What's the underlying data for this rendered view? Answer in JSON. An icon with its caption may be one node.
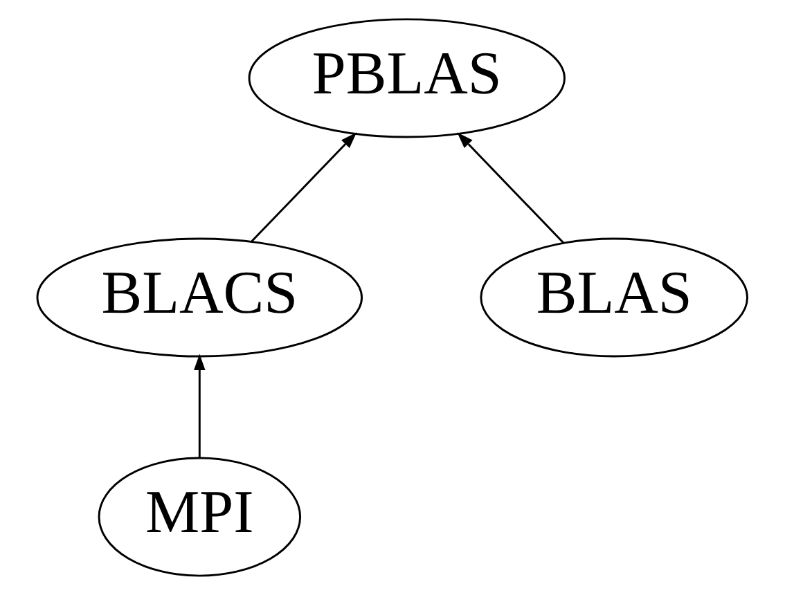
{
  "diagram": {
    "nodes": [
      {
        "text": [
          "PBLAS"
        ]
      },
      {
        "text": [
          "BLACS"
        ]
      },
      {
        "text": [
          "BLAS"
        ]
      },
      {
        "text": [
          "MPI"
        ]
      }
    ],
    "edges": [
      {
        "from": 2,
        "to": 0,
        "arrow": "to"
      },
      {
        "from": 1,
        "to": 0,
        "arrow": "to"
      },
      {
        "from": 3,
        "to": 1,
        "arrow": "to"
      }
    ]
  }
}
